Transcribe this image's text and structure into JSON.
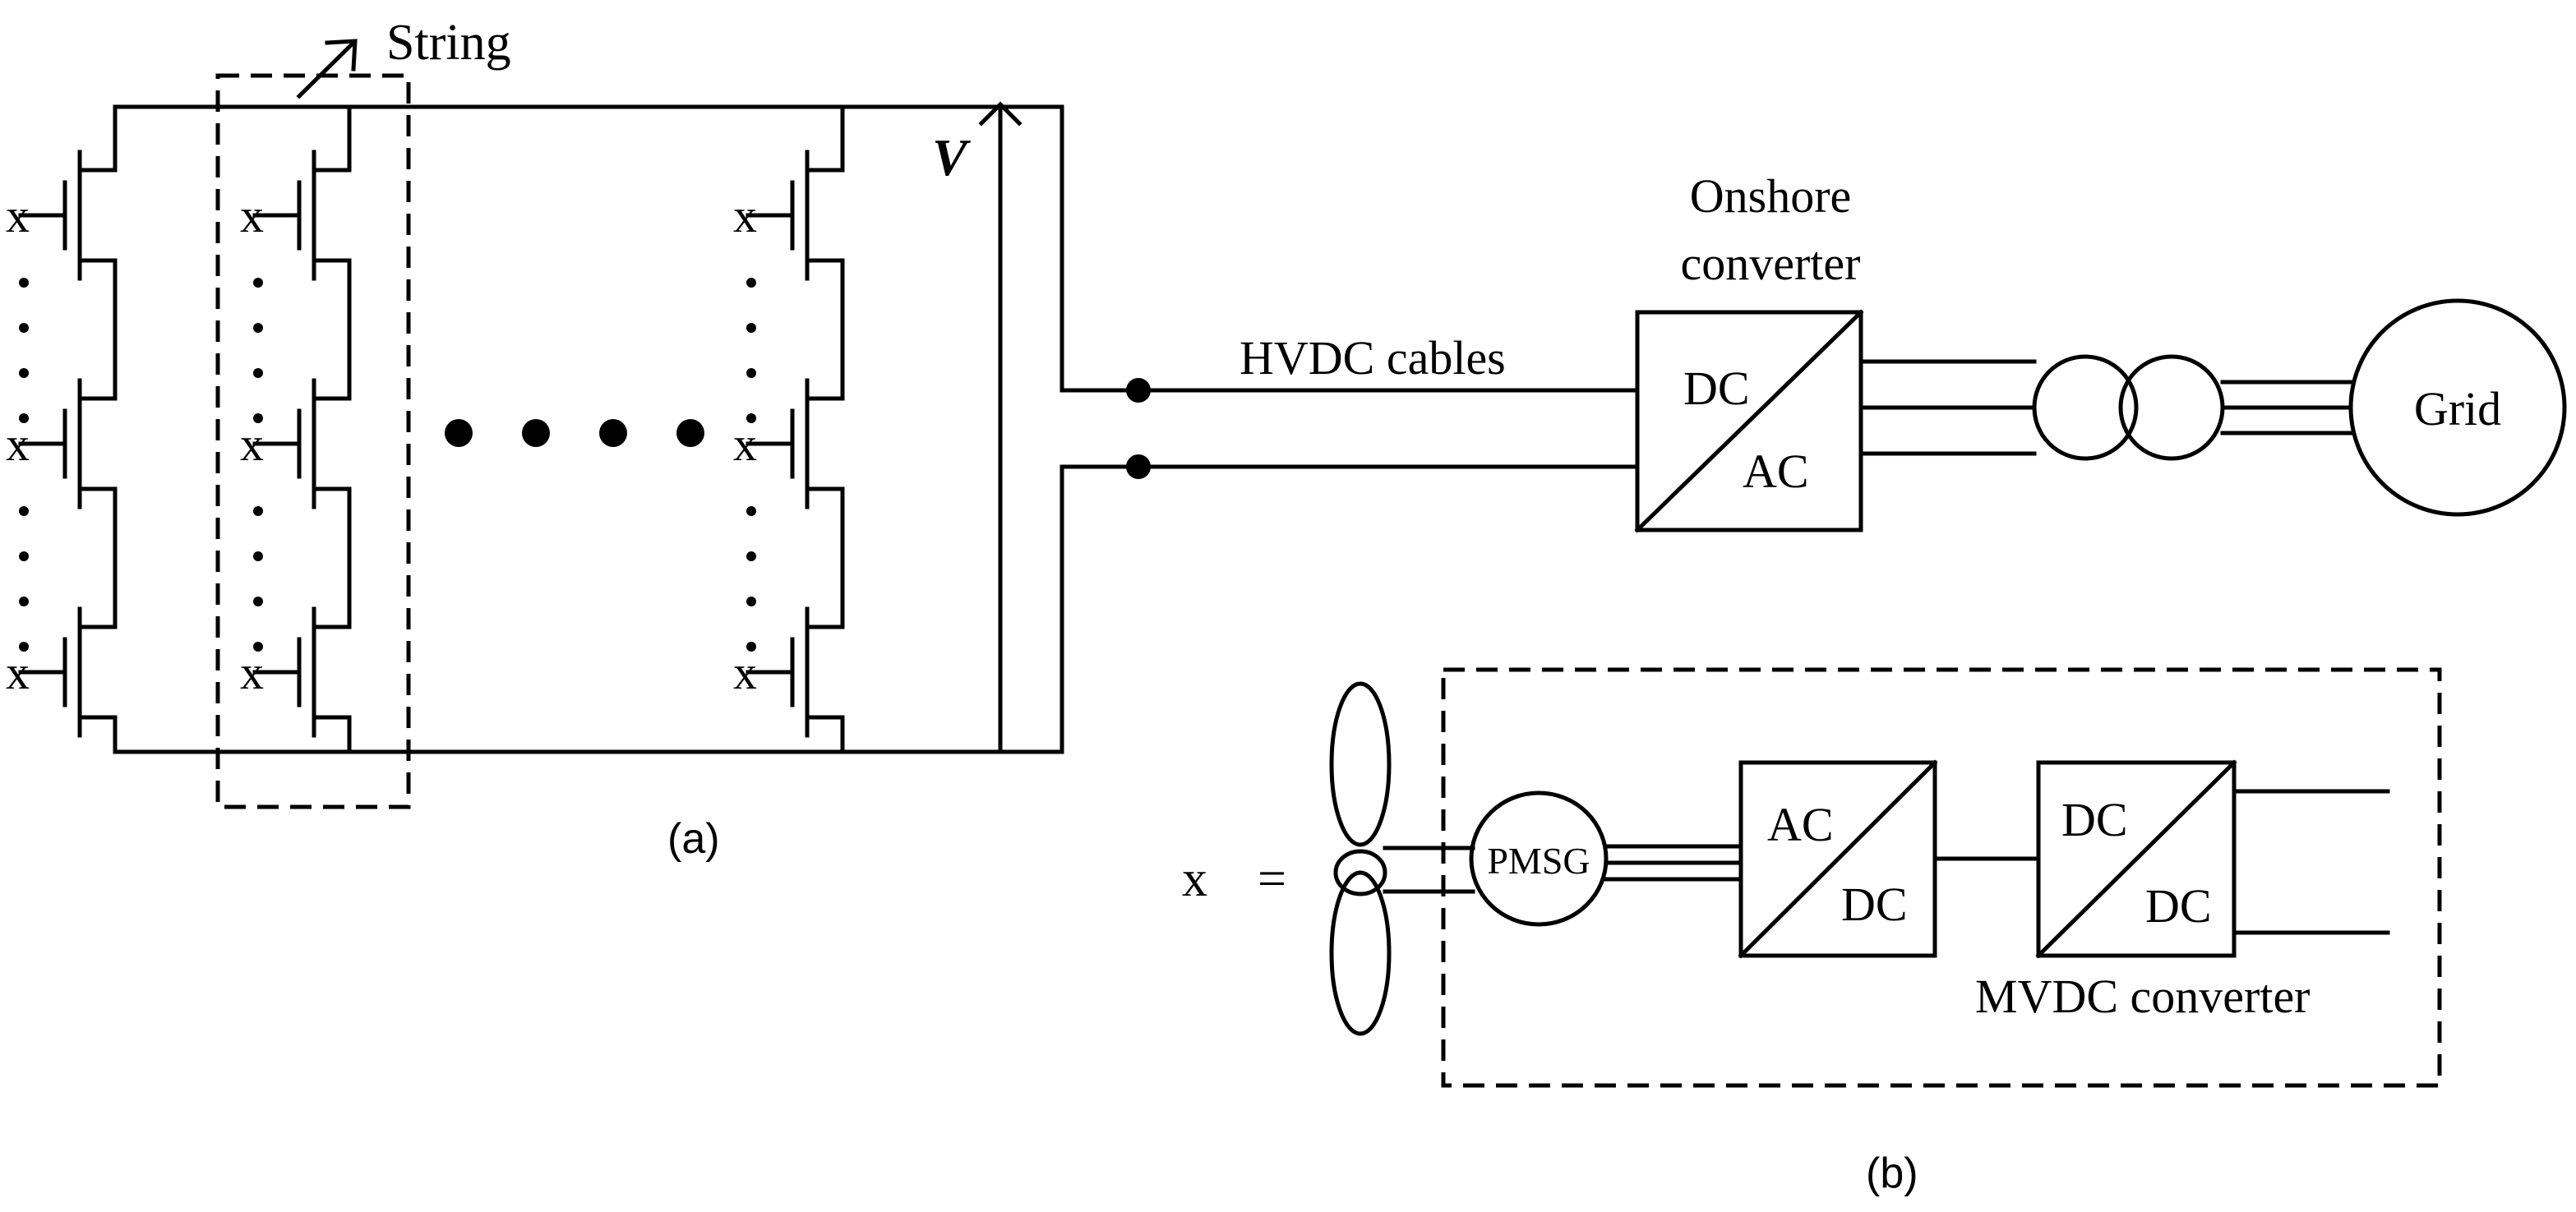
{
  "labels": {
    "string": "String",
    "voltage": "V",
    "onshore_title_line1": "Onshore",
    "onshore_title_line2": "converter",
    "hvdc_cables": "HVDC cables",
    "onshore_top": "DC",
    "onshore_bottom": "AC",
    "grid": "Grid",
    "caption_a": "(a)",
    "caption_b": "(b)",
    "unit_symbol": "x",
    "turbine_symbol": "x",
    "equals": "=",
    "pmsg": "PMSG",
    "rectifier_top": "AC",
    "rectifier_bottom": "DC",
    "mvdc_top": "DC",
    "mvdc_bottom": "DC",
    "mvdc_label": "MVDC converter"
  },
  "ellipsis_dot_count": 4
}
